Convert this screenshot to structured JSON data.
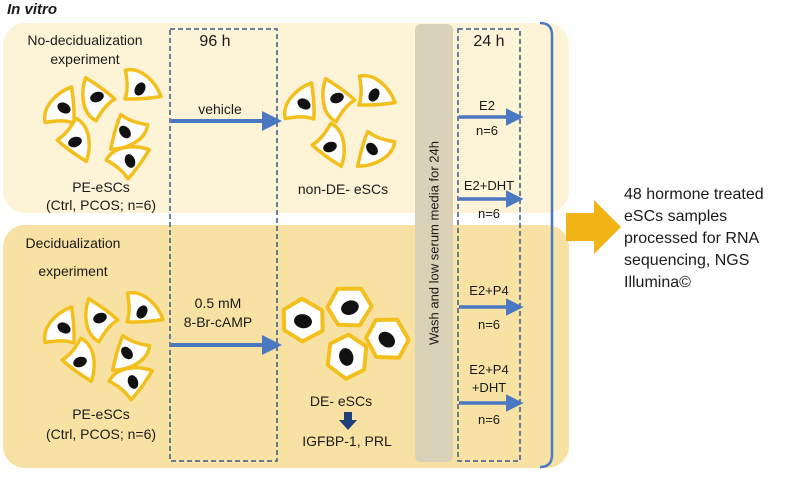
{
  "header": {
    "label": "In vitro"
  },
  "top_panel": {
    "title_line1": "No-decidualization",
    "title_line2": "experiment",
    "cells_label_line1": "PE-eSCs",
    "cells_label_line2": "(Ctrl, PCOS; n=6)",
    "treatment": "vehicle",
    "result_cells": "non-DE- eSCs"
  },
  "bottom_panel": {
    "title_line1": "Decidualization",
    "title_line2": "experiment",
    "cells_label_line1": "PE-eSCs",
    "cells_label_line2": "(Ctrl, PCOS; n=6)",
    "treatment_line1": "0.5 mM",
    "treatment_line2": "8-Br-cAMP",
    "result_cells": "DE- eSCs",
    "markers": "IGFBP-1, PRL"
  },
  "incubation": {
    "first": "96 h",
    "second": "24 h"
  },
  "wash_step": "Wash and low serum media for 24h",
  "hormone_treatments": [
    {
      "name_line1": "E2",
      "name_line2": "",
      "n": "n=6"
    },
    {
      "name_line1": "E2+DHT",
      "name_line2": "",
      "n": "n=6"
    },
    {
      "name_line1": "E2+P4",
      "name_line2": "",
      "n": "n=6"
    },
    {
      "name_line1": "E2+P4",
      "name_line2": "+DHT",
      "n": "n=6"
    }
  ],
  "outcome": {
    "line1": "48 hormone treated",
    "line2": "eSCs samples",
    "line3": "processed for RNA",
    "line4": "sequencing, NGS",
    "line5": "Illumina©"
  },
  "colors": {
    "panel_top": "#fdf3d6",
    "panel_bottom": "#f8e2a3",
    "cell_outline": "#f3bf1d",
    "nucleus": "#111111",
    "arrow": "#4a78c2",
    "dashed": "#3c5a8c",
    "wash_bar": "#d9d2b8",
    "outcome_arrow": "#f2b316"
  }
}
